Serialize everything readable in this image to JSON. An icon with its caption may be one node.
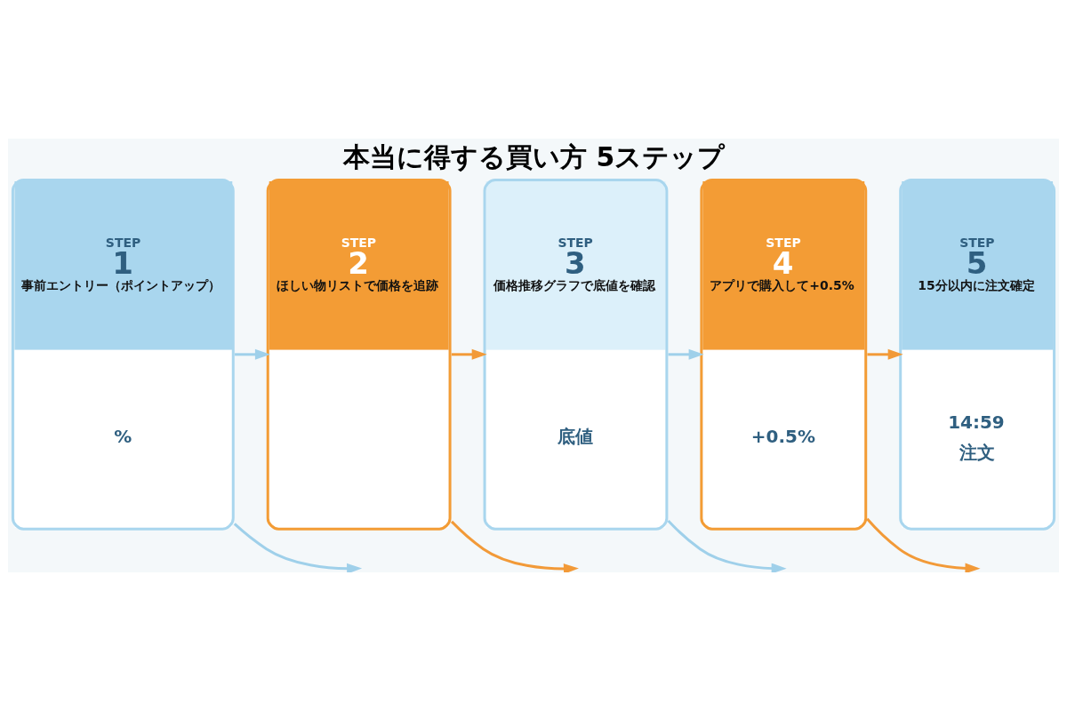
{
  "diagram": {
    "title": "本当に得する買い方 5ステップ",
    "nodes": [
      {
        "text": [
          "STEP",
          "1",
          "事前エントリー（ポイントアップ）",
          "%"
        ]
      },
      {
        "text": [
          "STEP",
          "2",
          "ほしい物リストで価格を追跡"
        ]
      },
      {
        "text": [
          "STEP",
          "3",
          "価格推移グラフで底値を確認",
          "底値"
        ]
      },
      {
        "text": [
          "STEP",
          "4",
          "アプリで購入して+0.5%",
          "+0.5%"
        ]
      },
      {
        "text": [
          "STEP",
          "5",
          "15分以内に注文確定",
          "14:59",
          "注文"
        ]
      }
    ],
    "edges": [
      {
        "from": 0,
        "to": 1,
        "arrow": "to",
        "color": "#9fd0ea"
      },
      {
        "from": 1,
        "to": 2,
        "arrow": "to",
        "color": "#f29a38"
      },
      {
        "from": 2,
        "to": 3,
        "arrow": "to",
        "color": "#9fd0ea"
      },
      {
        "from": 3,
        "to": 4,
        "arrow": "to",
        "color": "#f29a38"
      },
      {
        "from": 0,
        "to": null,
        "arrow": "to",
        "color": "#9fd0ea"
      },
      {
        "from": 1,
        "to": null,
        "arrow": "to",
        "color": "#f29a38"
      },
      {
        "from": 2,
        "to": null,
        "arrow": "to",
        "color": "#9fd0ea"
      },
      {
        "from": 3,
        "to": null,
        "arrow": "to",
        "color": "#f29a38"
      }
    ]
  }
}
